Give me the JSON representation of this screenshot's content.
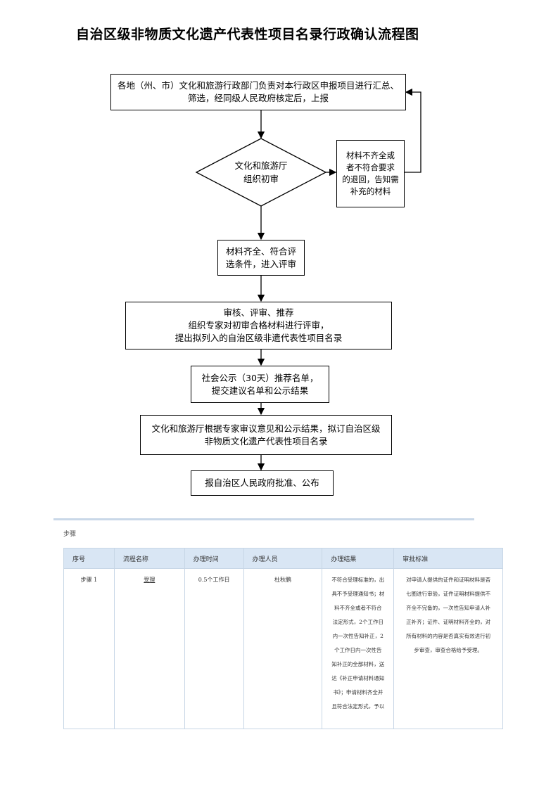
{
  "title": "自治区级非物质文化遗产代表性项目名录行政确认流程图",
  "flow": {
    "step1": [
      "各地（州、市）文化和旅游行政部门负责对本行政区申报项目进行汇总、",
      "筛选，经同级人民政府核定后，上报"
    ],
    "decision": [
      "文化和旅游厅",
      "组织初审"
    ],
    "reject": [
      "材料不齐全或",
      "者不符合要求",
      "的退回，告知需",
      "补充的材料"
    ],
    "step2": [
      "材料齐全、符合评",
      "选条件，进入评审"
    ],
    "step3": [
      "审核、评审、推荐",
      "组织专家对初审合格材料进行评审，",
      "提出拟列入的自治区级非遗代表性项目名录"
    ],
    "step4": [
      "社会公示（30天）推荐名单，",
      "提交建议名单和公示结果"
    ],
    "step5": [
      "文化和旅游厅根据专家审议意见和公示结果，拟订自治区级",
      "非物质文化遗产代表性项目名录"
    ],
    "step6": [
      "报自治区人民政府批准、公布"
    ]
  },
  "steps_section": {
    "label": "步骤",
    "headers": [
      "序号",
      "流程名称",
      "办理时间",
      "办理人员",
      "办理结果",
      "审批标准"
    ],
    "rows": [
      {
        "seq": "步骤 1",
        "name": "受理",
        "time": "0.5个工作日",
        "person": "杜秋鹏",
        "result": [
          "不符合受理标准的，出",
          "具不予受理通知书；材",
          "料不齐全或者不符合",
          "法定形式，2个工作日",
          "内一次性告知补正，2",
          "个工作日内一次性告",
          "知补正的全部材料，送",
          "达《补正申请材料通知",
          "书》；申请材料齐全并",
          "且符合法定形式，予以"
        ],
        "standard": [
          "对申请人提供的证件和证明材料是否",
          "七圈进行审验，证件证明材料提供不",
          "齐全不完备的，一次性告知申请人补",
          "正补齐；证件、证明材料齐全的，对",
          "所有材料的内容是否真实有效进行初",
          "步审查，审查合格给予受理。"
        ]
      }
    ]
  }
}
